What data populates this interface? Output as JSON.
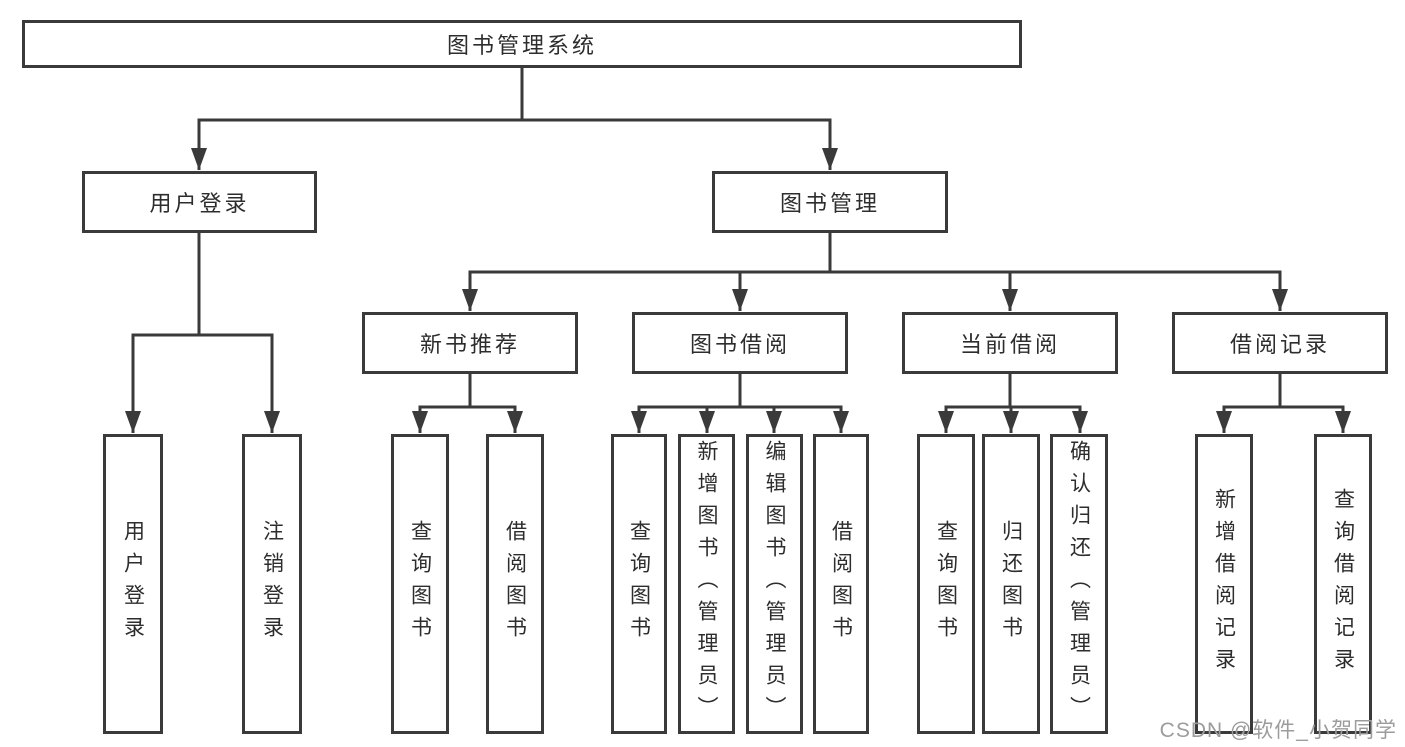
{
  "tree": {
    "root": "图书管理系统",
    "branches": [
      {
        "label": "用户登录",
        "children": [
          "用户登录",
          "注销登录"
        ]
      },
      {
        "label": "图书管理",
        "groups": [
          {
            "label": "新书推荐",
            "children": [
              "查询图书",
              "借阅图书"
            ]
          },
          {
            "label": "图书借阅",
            "children": [
              "查询图书",
              "新增图书（管理员）",
              "编辑图书（管理员）",
              "借阅图书"
            ]
          },
          {
            "label": "当前借阅",
            "children": [
              "查询图书",
              "归还图书",
              "确认归还（管理员）"
            ]
          },
          {
            "label": "借阅记录",
            "children": [
              "新增借阅记录",
              "查询借阅记录"
            ]
          }
        ]
      }
    ]
  },
  "watermark": "CSDN @软件_小贺同学",
  "colors": {
    "line": "#3a3a3a",
    "box_border": "#3a3a3a",
    "text": "#2d2d2d",
    "watermark_text": "#9c9c9c",
    "background": "#ffffff"
  }
}
